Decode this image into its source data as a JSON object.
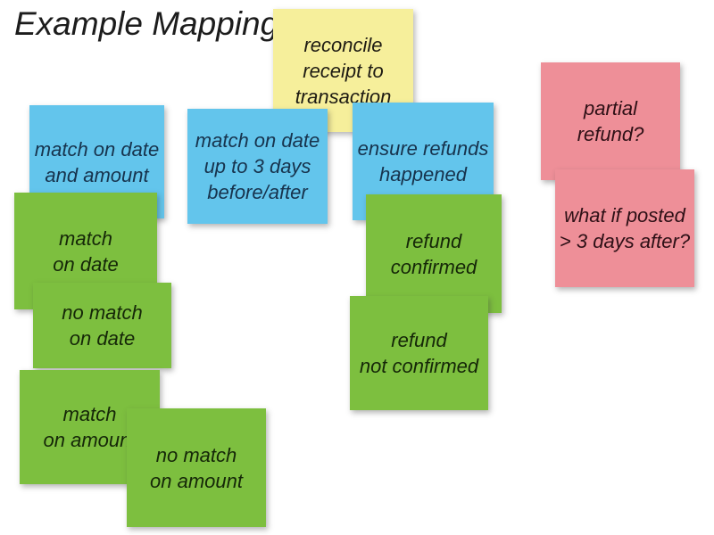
{
  "page": {
    "title": "Example Mapping",
    "background_color": "#ffffff"
  },
  "palette": {
    "yellow_note": "#f6ef9b",
    "blue_note": "#63c5ec",
    "green_note": "#7dbf3f",
    "pink_note": "#ee8f98",
    "yellow_text": "#1e1b13",
    "blue_text": "#17334d",
    "green_text": "#152708",
    "pink_text": "#2e1016",
    "title_text": "#1c1c1c"
  },
  "notes": [
    {
      "id": "reconcile-receipt",
      "color": "yellow",
      "text": "reconcile\nreceipt to\ntransaction"
    },
    {
      "id": "match-date-amount",
      "color": "blue",
      "text": "match on date\nand amount"
    },
    {
      "id": "match-date-3-days",
      "color": "blue",
      "text": "match on date\nup to 3 days\nbefore/after"
    },
    {
      "id": "ensure-refunds",
      "color": "blue",
      "text": "ensure refunds\nhappened"
    },
    {
      "id": "match-on-date",
      "color": "green",
      "text": "match\non date"
    },
    {
      "id": "no-match-on-date",
      "color": "green",
      "text": "no match\non date"
    },
    {
      "id": "match-on-amount",
      "color": "green",
      "text": "match\non amount"
    },
    {
      "id": "no-match-on-amount",
      "color": "green",
      "text": "no match\non amount"
    },
    {
      "id": "refund-confirmed",
      "color": "green",
      "text": "refund\nconfirmed"
    },
    {
      "id": "refund-not-confirmed",
      "color": "green",
      "text": "refund\nnot confirmed"
    },
    {
      "id": "partial-refund",
      "color": "pink",
      "text": "partial\nrefund?"
    },
    {
      "id": "posted-3-days-after",
      "color": "pink",
      "text": "what if posted\n> 3 days after?"
    }
  ]
}
